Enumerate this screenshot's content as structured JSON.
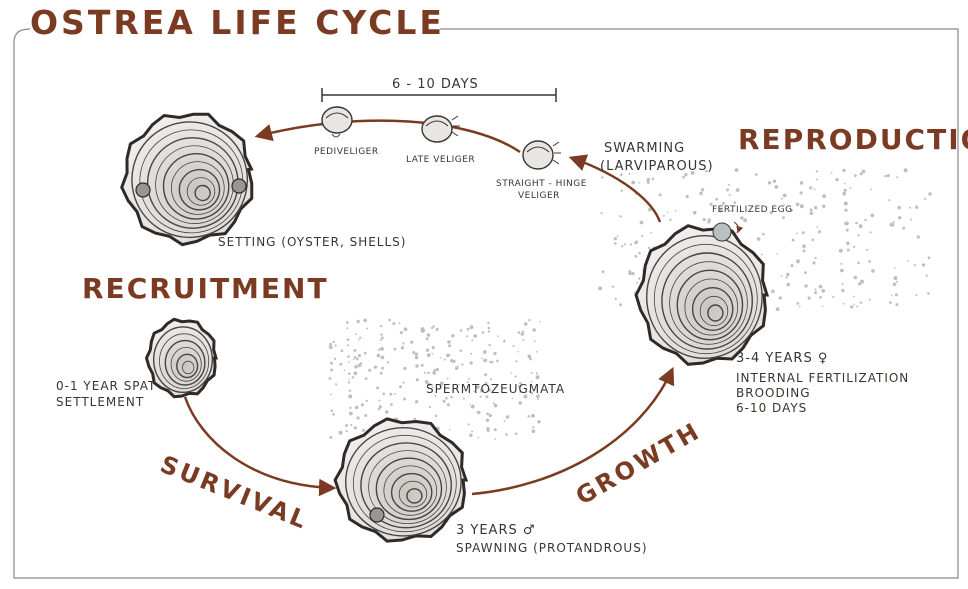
{
  "diagram": {
    "title": "OSTREA LIFE CYCLE",
    "stages": {
      "reproduction": "REPRODUCTION",
      "recruitment": "RECRUITMENT"
    },
    "arrows": {
      "survival": "SURVIVAL",
      "growth": "GROWTH"
    },
    "larval_span": "6 - 10 DAYS",
    "larvae": {
      "pediveliger": "PEDIVELIGER",
      "late_veliger": "LATE VELIGER",
      "straight_hinge_1": "STRAIGHT - HINGE",
      "straight_hinge_2": "VELIGER"
    },
    "swarming": {
      "line1": "SWARMING",
      "line2": "(LARVIPAROUS)"
    },
    "fertilized_egg": "FERTILIZED EGG",
    "setting": "SETTING (OYSTER, SHELLS)",
    "spat": {
      "line1": "0-1 YEAR SPAT",
      "line2": "SETTLEMENT"
    },
    "spermtozeugmata": "SPERMTOZEUGMATA",
    "male": {
      "line1": "3 YEARS ♂",
      "line2": "SPAWNING (PROTANDROUS)"
    },
    "female": {
      "line1": "3-4 YEARS ♀",
      "line2": "INTERNAL FERTILIZATION",
      "line3": "BROODING",
      "line4": "6-10 DAYS"
    }
  },
  "colors": {
    "accent": "#7a3b22",
    "ink": "#3b3430",
    "frame": "#8a8a8a"
  }
}
